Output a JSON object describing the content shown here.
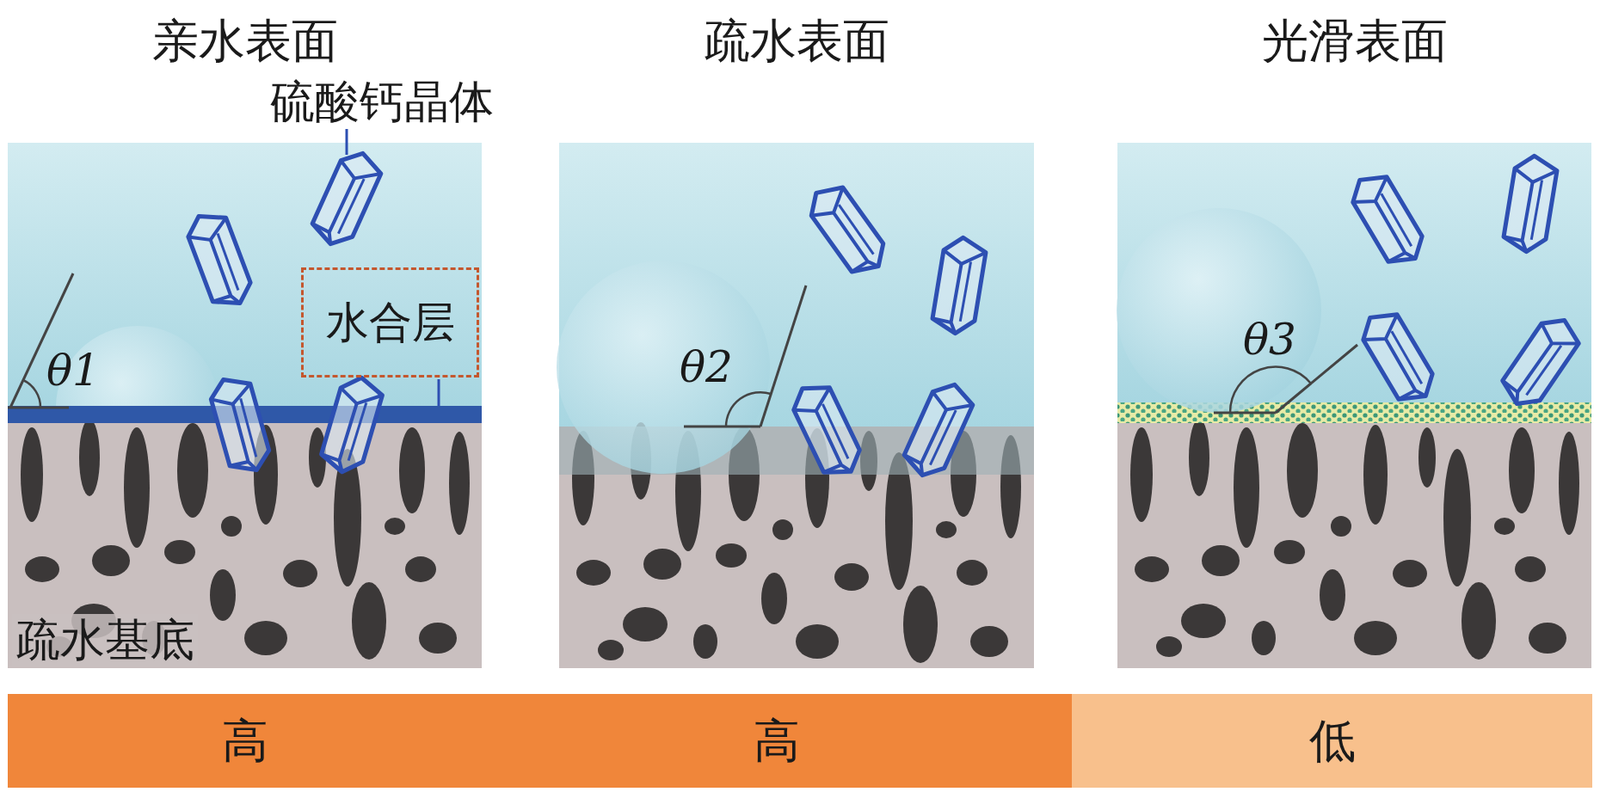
{
  "diagram": {
    "nodes": [
      {
        "text": [
          "亲水表面"
        ]
      },
      {
        "text": [
          "水合层"
        ],
        "in": 0
      },
      {
        "text": [
          "疏水表面"
        ]
      },
      {
        "text": [
          "光滑表面"
        ]
      },
      {
        "text": [
          "高"
        ]
      },
      {
        "text": [
          "高"
        ]
      },
      {
        "text": [
          "低"
        ]
      }
    ],
    "labels": [
      "硫酸钙晶体",
      "θ1",
      "θ2",
      "θ3",
      "疏水基底"
    ]
  }
}
